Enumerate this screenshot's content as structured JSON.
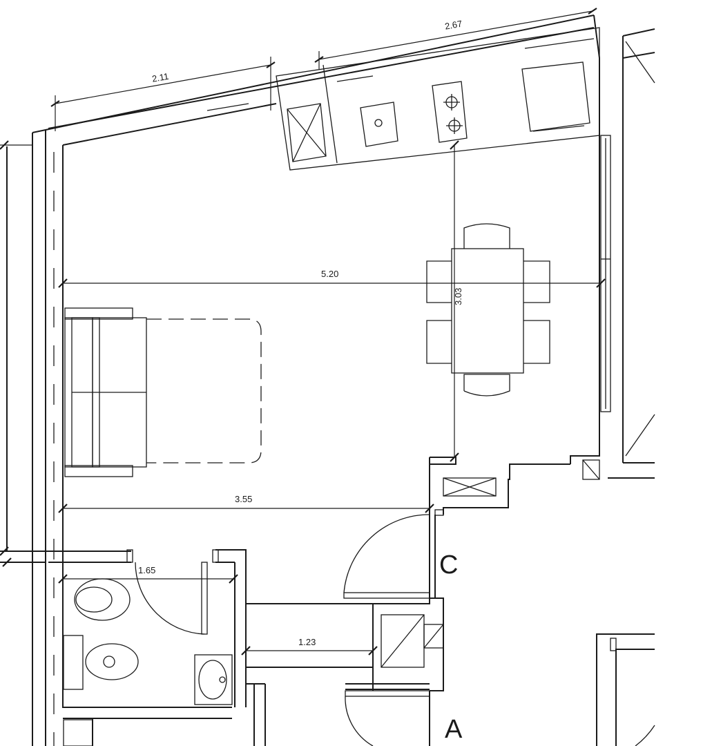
{
  "dimensions": {
    "top_left": "2.11",
    "top_right": "2.67",
    "living_width": "5.20",
    "dining_depth": "3.03",
    "living_lower": "3.55",
    "bathroom": "1.65",
    "corridor": "1.23"
  },
  "room_labels": {
    "c": "C",
    "a": "A"
  }
}
